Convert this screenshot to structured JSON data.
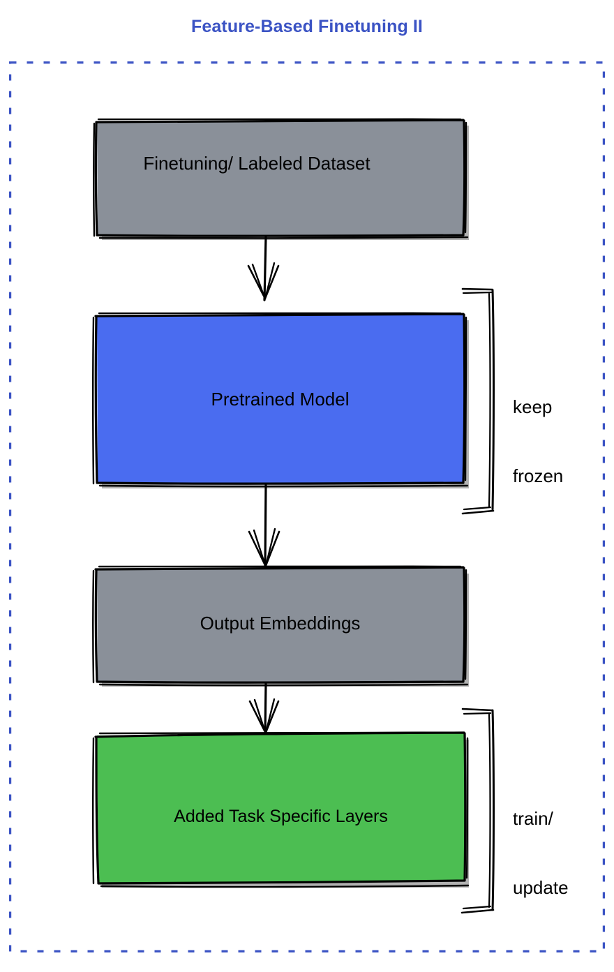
{
  "title": "Feature-Based Finetuning II",
  "colors": {
    "title": "#3b53c4",
    "frame_border": "#3b53c4",
    "dataset_fill": "#8a9099",
    "pretrained_fill": "#4a6cf0",
    "embeddings_fill": "#8a9099",
    "task_layers_fill": "#4cbe52",
    "stroke": "#000000",
    "background": "#ffffff"
  },
  "frame": {
    "name": "dashed-container",
    "border_style": "dashed"
  },
  "nodes": [
    {
      "id": "dataset",
      "label": "Finetuning/ Labeled Dataset",
      "fill": "#8a9099",
      "shape": "rectangle"
    },
    {
      "id": "pretrained-model",
      "label": "Pretrained Model",
      "fill": "#4a6cf0",
      "shape": "rectangle"
    },
    {
      "id": "output-embeddings",
      "label": "Output Embeddings",
      "fill": "#8a9099",
      "shape": "rectangle"
    },
    {
      "id": "task-layers",
      "label": "Added Task Specific Layers",
      "fill": "#4cbe52",
      "shape": "rectangle"
    }
  ],
  "edges": [
    {
      "id": "dataset-to-pretrained",
      "from": "dataset",
      "to": "pretrained-model",
      "arrow": "down"
    },
    {
      "id": "pretrained-to-embeddings",
      "from": "pretrained-model",
      "to": "output-embeddings",
      "arrow": "down"
    },
    {
      "id": "embeddings-to-task-layers",
      "from": "output-embeddings",
      "to": "task-layers",
      "arrow": "down"
    }
  ],
  "annotations": [
    {
      "id": "keep-frozen",
      "line1": "keep",
      "line2": "frozen",
      "targets": "pretrained-model",
      "bracket": "right"
    },
    {
      "id": "train-update",
      "line1": "train/",
      "line2": "update",
      "targets": "task-layers",
      "bracket": "right"
    }
  ],
  "chart_data": {
    "type": "diagram",
    "title": "Feature-Based Finetuning II",
    "flow": [
      "Finetuning/ Labeled Dataset",
      "Pretrained Model",
      "Output Embeddings",
      "Added Task Specific Layers"
    ],
    "groupings": [
      {
        "label": "keep frozen",
        "members": [
          "Pretrained Model"
        ]
      },
      {
        "label": "train/ update",
        "members": [
          "Added Task Specific Layers"
        ]
      }
    ]
  }
}
